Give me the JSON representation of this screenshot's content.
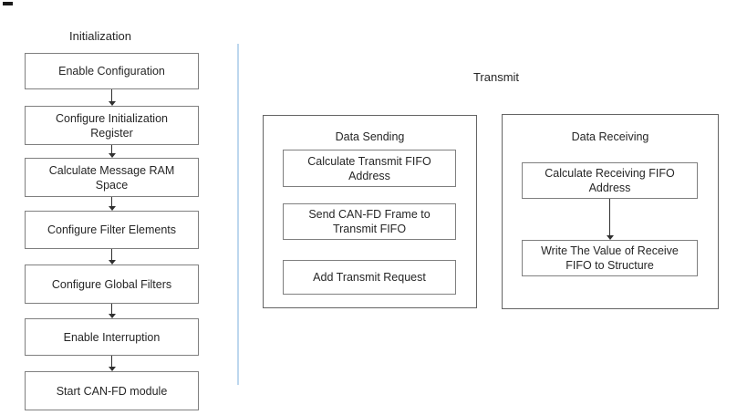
{
  "colors": {
    "background": "#ffffff",
    "box_border": "#7f7f7f",
    "container_border": "#646464",
    "text": "#262626",
    "divider_blue": "#bdd7ee",
    "arrow": "#303030"
  },
  "initialization": {
    "title": "Initialization",
    "steps": [
      "Enable Configuration",
      "Configure Initialization Register",
      "Calculate Message RAM Space",
      "Configure Filter Elements",
      "Configure Global Filters",
      "Enable Interruption",
      "Start CAN-FD module"
    ]
  },
  "transmit": {
    "title": "Transmit",
    "groups": [
      {
        "title": "Data Sending",
        "steps": [
          "Calculate Transmit FIFO Address",
          "Send CAN-FD Frame to Transmit FIFO",
          "Add Transmit Request"
        ]
      },
      {
        "title": "Data Receiving",
        "steps": [
          "Calculate Receiving FIFO Address",
          "Write The Value of Receive FIFO to Structure"
        ]
      }
    ]
  }
}
